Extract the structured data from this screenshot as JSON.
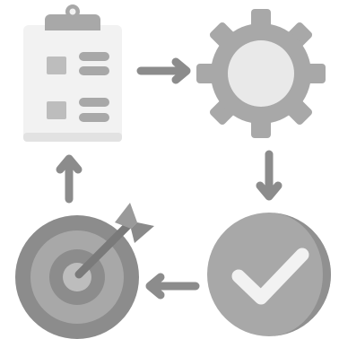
{
  "diagram": {
    "nodes": [
      {
        "id": "plan",
        "icon": "clipboard-checklist-icon"
      },
      {
        "id": "execute",
        "icon": "gear-icon"
      },
      {
        "id": "verify",
        "icon": "checkmark-circle-icon"
      },
      {
        "id": "target",
        "icon": "target-with-arrow-icon"
      }
    ],
    "connections": [
      {
        "from": "plan",
        "to": "execute",
        "icon": "arrow-right-icon"
      },
      {
        "from": "execute",
        "to": "verify",
        "icon": "arrow-down-icon"
      },
      {
        "from": "verify",
        "to": "target",
        "icon": "arrow-left-icon"
      },
      {
        "from": "target",
        "to": "plan",
        "icon": "arrow-up-icon"
      }
    ]
  },
  "colors": {
    "light": "#f2f2f2",
    "paper_shadow": "#e2e2e2",
    "medium": "#a8a8a8",
    "medium_dark": "#909090",
    "dark": "#7a7a7a",
    "arrow": "#8c8c8c"
  }
}
